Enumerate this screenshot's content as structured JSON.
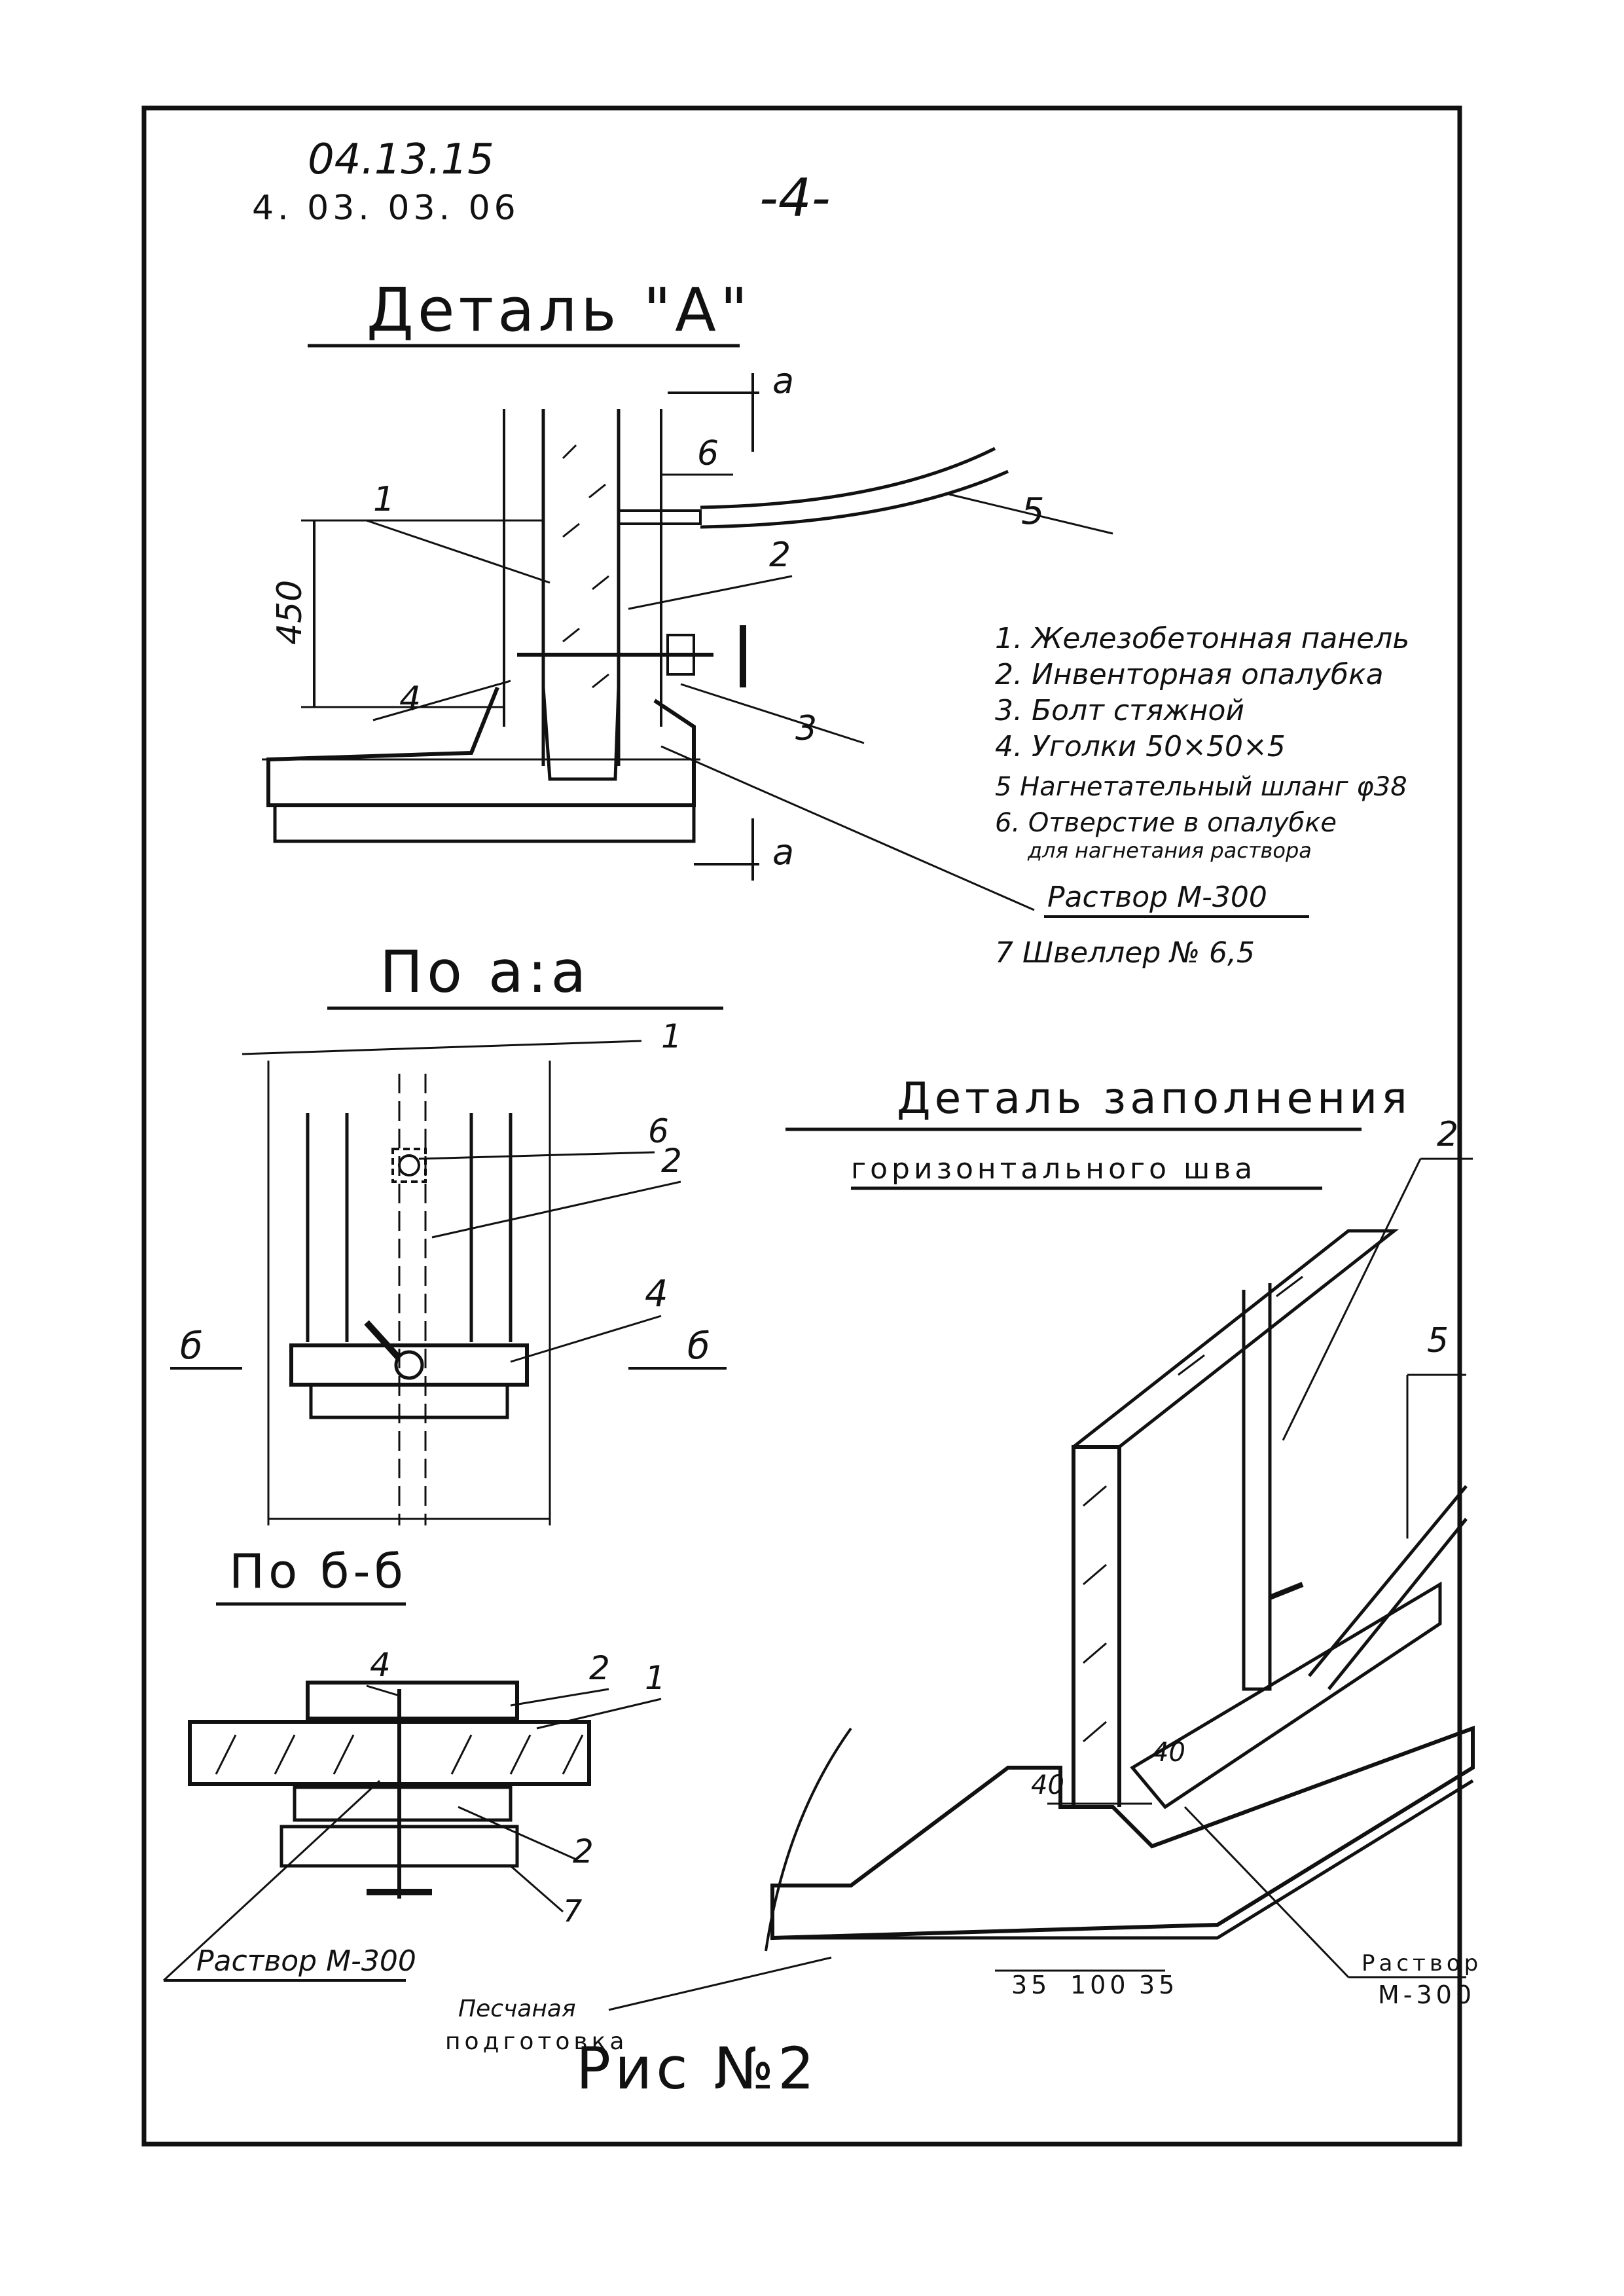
{
  "header": {
    "code_top": "04.13.15",
    "code_bottom": "4. 03. 03. 06",
    "page_number": "-4-"
  },
  "detail_a": {
    "title": "Деталь \"А\"",
    "section_mark": "a",
    "dimension": "450",
    "callouts": [
      "1",
      "2",
      "3",
      "4",
      "5",
      "6"
    ]
  },
  "legend": {
    "items": [
      "1. Железобетонная панель",
      "2. Инвенторная опалубка",
      "3. Болт стяжной",
      "4. Уголки 50×50×5",
      "5 Нагнетательный шланг φ38",
      "6. Отверстие в опалубке",
      "для нагнетания раствора",
      "Раствор М-300",
      "7 Швеллер № 6,5"
    ]
  },
  "section_aa": {
    "title": "По а:а",
    "mark": "б",
    "callouts": [
      "1",
      "6",
      "2",
      "4"
    ]
  },
  "section_bb": {
    "title": "По б-б",
    "callouts": [
      "4",
      "2",
      "1",
      "2",
      "7"
    ],
    "mortar_label": "Раствор М-300",
    "sand_label_1": "Песчаная",
    "sand_label_2": "подготовка"
  },
  "detail_fill": {
    "title": "Деталь заполнения",
    "subtitle": "горизонтального шва",
    "callouts": [
      "2",
      "5"
    ],
    "dim_40_left": "40",
    "dim_40_right": "40",
    "dim_35_left": "35",
    "dim_100": "100",
    "dim_35_right": "35",
    "mortar_label_1": "Раствор",
    "mortar_label_2": "М-300"
  },
  "figure_caption": "Рис №2"
}
